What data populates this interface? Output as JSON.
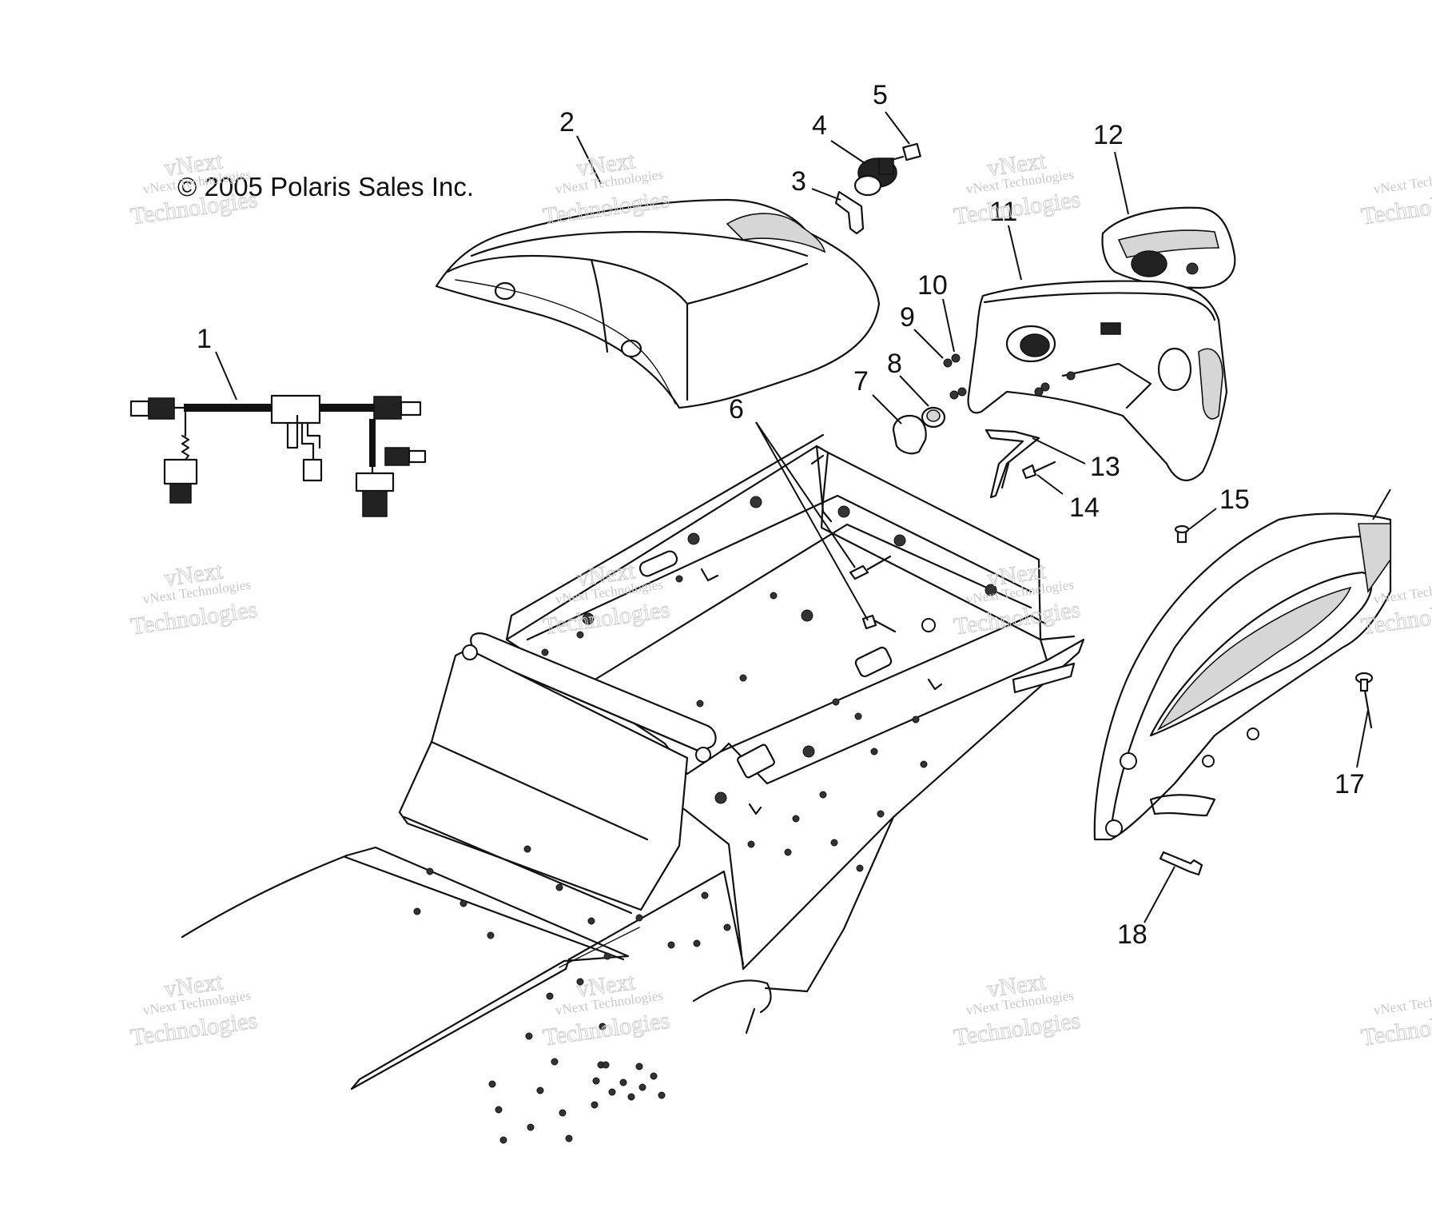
{
  "copyright": "© 2005 Polaris Sales Inc.",
  "watermark": {
    "line1": "vNext Technologies",
    "line2": "vNext",
    "line3": "Technologies"
  },
  "callouts": [
    "1",
    "2",
    "3",
    "4",
    "5",
    "6",
    "7",
    "8",
    "9",
    "10",
    "11",
    "12",
    "13",
    "14",
    "15",
    "17",
    "18"
  ]
}
